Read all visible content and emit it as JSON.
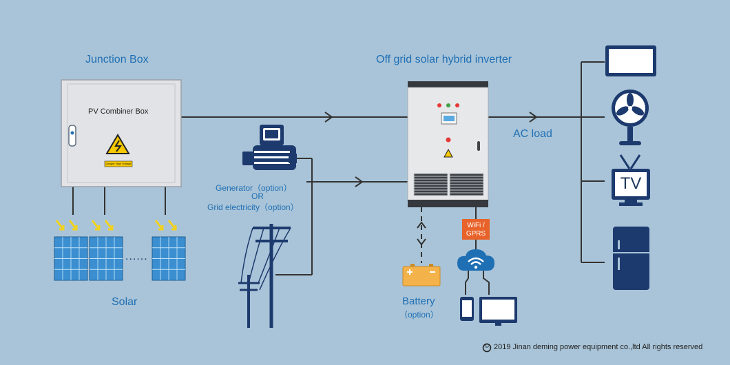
{
  "junction_box": {
    "title": "Junction Box",
    "box_label": "PV Combiner Box",
    "warning_plate": "Danger High Voltage"
  },
  "inverter": {
    "title": "Off grid solar hybrid inverter"
  },
  "ac_load": {
    "label": "AC load",
    "tv_label": "TV"
  },
  "generator": {
    "line1": "Generator（option）",
    "line2": "OR",
    "line3": "Grid electricity（option）"
  },
  "solar": {
    "label": "Solar",
    "ellipsis": "......"
  },
  "battery": {
    "label": "Battery",
    "option": "（option）"
  },
  "wifi": {
    "line1": "WiFi /",
    "line2": "GPRS"
  },
  "copyright": {
    "symbol": "©",
    "text": "2019 Jinan deming power equipment co.,ltd All rights reserved"
  },
  "colors": {
    "background": "#a9c4d8",
    "navy": "#1d3a6e",
    "label_blue": "#1f6fb4",
    "battery_orange": "#f4b24a",
    "wifi_orange": "#e8632a",
    "warning_yellow": "#f6c800"
  },
  "icons": [
    "warning-icon",
    "generator-icon",
    "power-pole-icon",
    "solar-panel-icon",
    "monitor-icon",
    "fan-icon",
    "tv-icon",
    "fridge-icon",
    "battery-icon",
    "wifi-cloud-icon",
    "phone-icon",
    "computer-icon"
  ]
}
